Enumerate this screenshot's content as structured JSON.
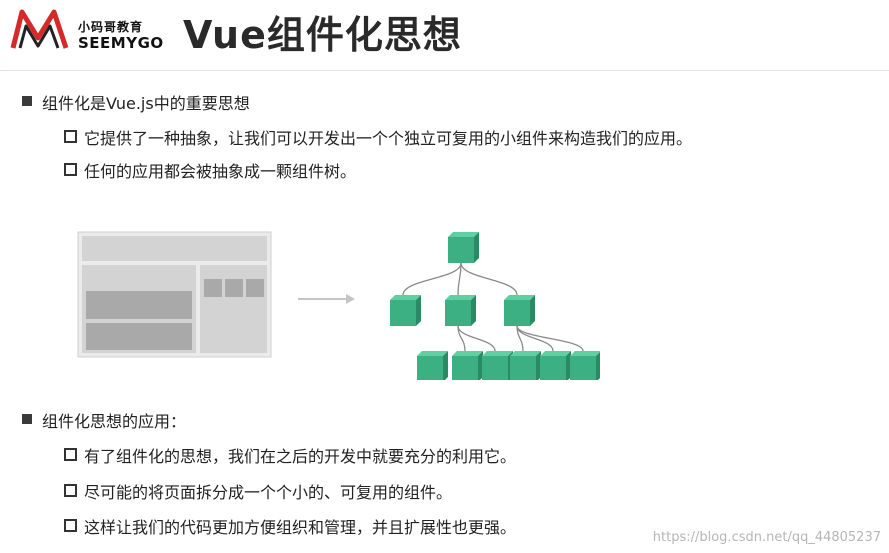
{
  "header": {
    "logo_cn": "小码哥教育",
    "logo_en": "SEEMYGO",
    "title": "Vue组件化思想"
  },
  "section1": {
    "bullet": "组件化是Vue.js中的重要思想",
    "items": [
      "它提供了一种抽象，让我们可以开发出一个个独立可复用的小组件来构造我们的应用。",
      "任何的应用都会被抽象成一颗组件树。"
    ]
  },
  "diagram": {
    "block_color": "#3db083",
    "block_top_color": "#5fd0a2",
    "block_side_color": "#2a8a63",
    "line_color": "#8a8a8a",
    "wireframe_color": "#d0d0d0",
    "wireframe_dark": "#b0b0b0"
  },
  "section2": {
    "bullet": "组件化思想的应用：",
    "items": [
      "有了组件化的思想，我们在之后的开发中就要充分的利用它。",
      "尽可能的将页面拆分成一个个小的、可复用的组件。",
      "这样让我们的代码更加方便组织和管理，并且扩展性也更强。"
    ]
  },
  "watermark": "https://blog.csdn.net/qq_44805237"
}
